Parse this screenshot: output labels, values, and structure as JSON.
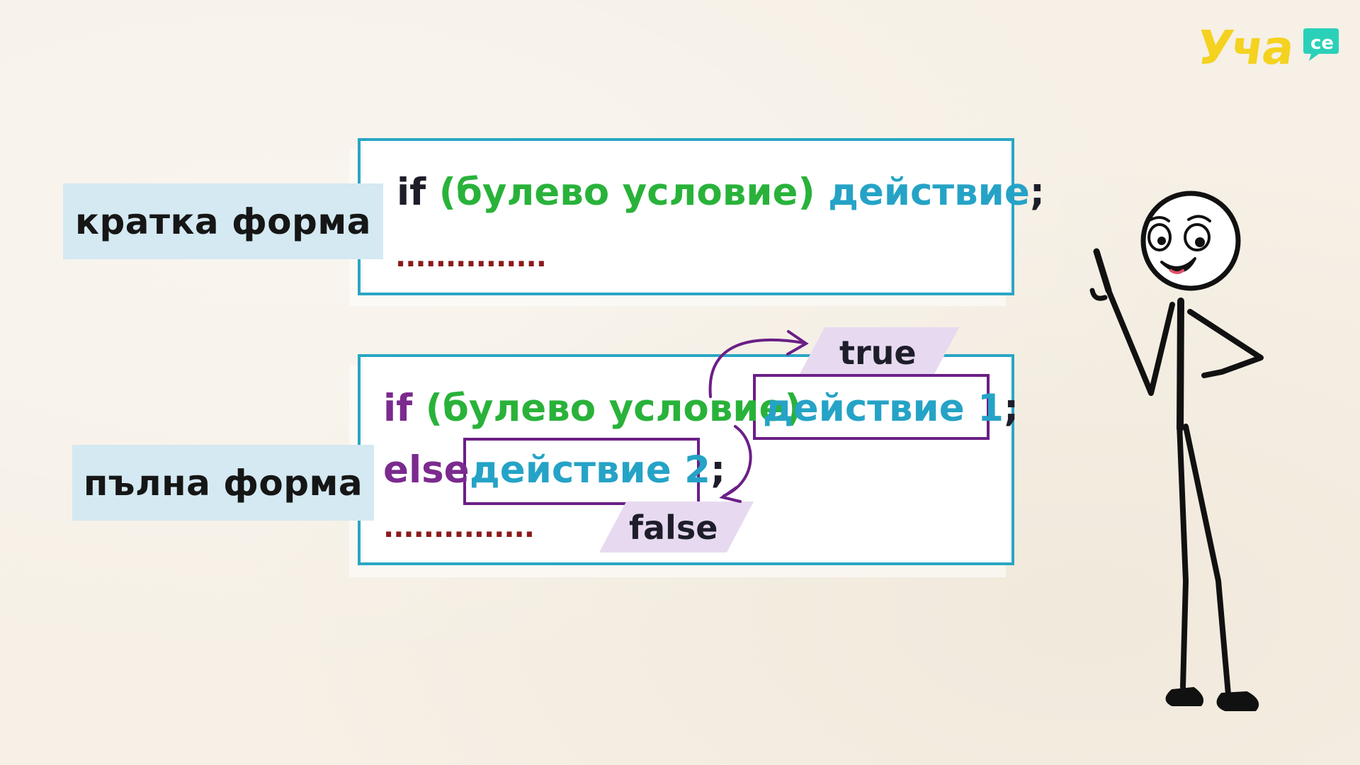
{
  "logo": {
    "text": "Уча",
    "badge": "се",
    "colors": {
      "text": "#f4d21f",
      "badge": "#2bd0b8"
    }
  },
  "short_form": {
    "label": "кратка форма",
    "code": {
      "keyword": "if",
      "condition": "(булево условие)",
      "action": "действие",
      "terminator": ";"
    },
    "ellipsis": "..............."
  },
  "full_form": {
    "label": "пълна форма",
    "line1": {
      "keyword": "if",
      "condition": "(булево условие)",
      "action": "действие",
      "number": "1",
      "terminator": ";"
    },
    "line2": {
      "keyword": "else",
      "action": "действие",
      "number": "2",
      "terminator": ";"
    },
    "ellipsis": "...............",
    "true_tag": "true",
    "false_tag": "false"
  },
  "colors": {
    "box_border": "#2aa6c4",
    "chip_bg": "#d4e9f2",
    "condition": "#29b23a",
    "action": "#25a3c6",
    "keyword_purple": "#7b2a8e",
    "frame": "#6b1f86",
    "tag_bg": "#e7daf0",
    "ellipsis": "#8c1a1a"
  },
  "character": {
    "icon": "stick-figure-pointing"
  }
}
